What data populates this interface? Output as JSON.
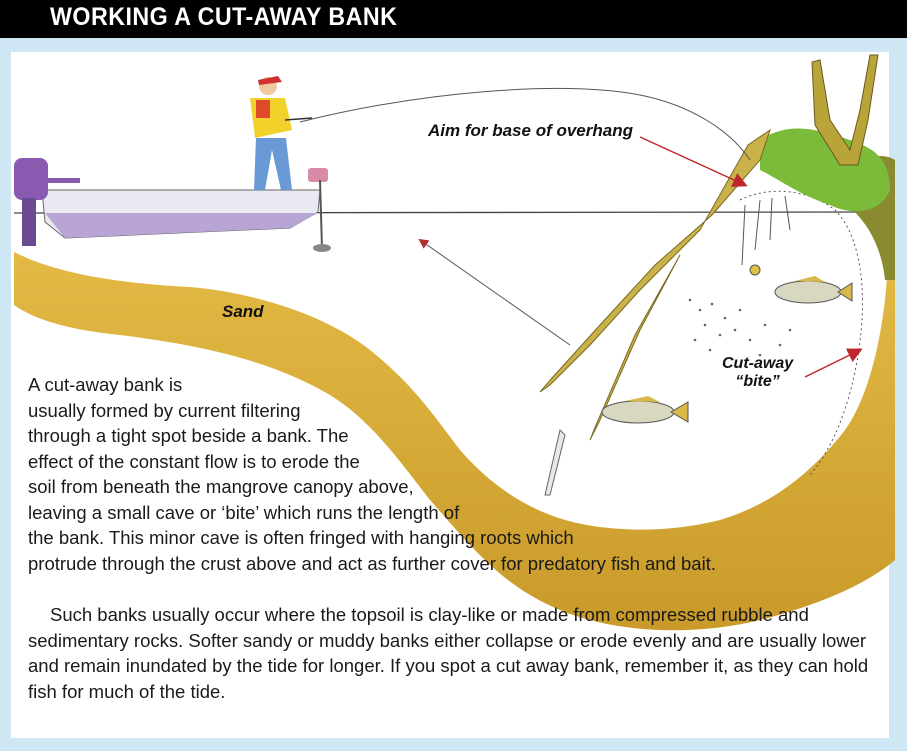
{
  "title": "WORKING A CUT-AWAY BANK",
  "callouts": {
    "aim": "Aim for base of overhang",
    "sand": "Sand",
    "cutaway_line1": "Cut-away",
    "cutaway_line2": "“bite”"
  },
  "paragraph1": [
    "A cut-away bank is",
    "usually formed by current filtering",
    "through a tight spot beside a bank. The",
    "effect of the constant flow is to erode the",
    "soil from beneath the mangrove canopy above,",
    "leaving a small cave or ‘bite’ which runs the length of",
    "the bank. This minor cave is often fringed with hanging roots which",
    "protrude through the crust above and act as further cover for predatory fish and bait."
  ],
  "paragraph2": "Such banks usually occur where the topsoil is clay-like or made from compressed rubble and sedimentary rocks. Softer sandy or muddy banks either collapse or erode evenly and are usually lower and remain inundated by the tide for longer. If you spot a cut away bank, remember it, as they can hold fish for much of the tide.",
  "colors": {
    "background": "#cfe6f4",
    "title_bar": "#000000",
    "sand": "#d9b23a",
    "arrow": "#c0272d",
    "boat_hull": "#b9a4d6",
    "motor": "#8a5ab0",
    "foliage": "#7cbb3a"
  }
}
